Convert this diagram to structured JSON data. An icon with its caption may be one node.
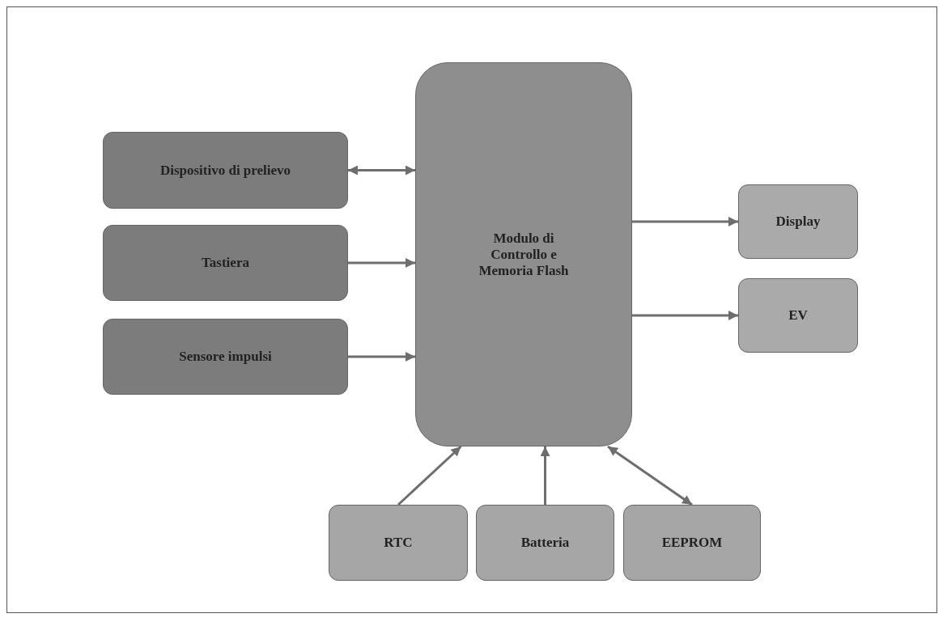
{
  "diagram": {
    "nodes": [
      {
        "text": [
          "Dispositivo di prelievo"
        ]
      },
      {
        "text": [
          "Tastiera"
        ]
      },
      {
        "text": [
          "Sensore impulsi"
        ]
      },
      {
        "text": [
          "Modulo di Controllo e Memoria Flash"
        ]
      },
      {
        "text": [
          "Display"
        ]
      },
      {
        "text": [
          "EV"
        ]
      },
      {
        "text": [
          "RTC"
        ]
      },
      {
        "text": [
          "Batteria"
        ]
      },
      {
        "text": [
          "EEPROM"
        ]
      }
    ],
    "edges": [
      {
        "from": 0,
        "to": 3,
        "arrow": "both"
      },
      {
        "from": 1,
        "to": 3,
        "arrow": "to"
      },
      {
        "from": 2,
        "to": 3,
        "arrow": "to"
      },
      {
        "from": 3,
        "to": 4,
        "arrow": "to"
      },
      {
        "from": 3,
        "to": 5,
        "arrow": "to"
      },
      {
        "from": 6,
        "to": 3,
        "arrow": "to"
      },
      {
        "from": 7,
        "to": 3,
        "arrow": "to"
      },
      {
        "from": 8,
        "to": 3,
        "arrow": "both"
      }
    ]
  }
}
